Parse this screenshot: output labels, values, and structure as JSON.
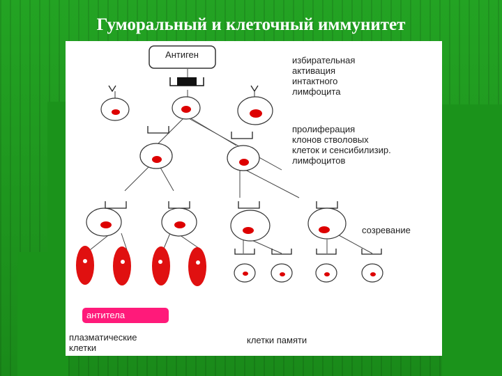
{
  "slide": {
    "title": "Гуморальный и клеточный иммунитет"
  },
  "diagram": {
    "antigen_label": "Антиген",
    "activation_text": [
      "избирательная",
      "активация",
      "интактного",
      "лимфоцита"
    ],
    "proliferation_text": [
      "пролиферация",
      "клонов стволовых",
      "клеток и сенсибилизир.",
      "лимфоцитов"
    ],
    "maturation_label": "созревание",
    "antibodies_label": "антитела",
    "plasma_cells_label": [
      "плазматические",
      "клетки"
    ],
    "memory_cells_label": "клетки памяти"
  },
  "colors": {
    "background_green": "#1f8f1f",
    "nucleus_red": "#dd0000",
    "plasma_cell_red": "#e01010",
    "antibody_badge": "#ff1a7a"
  }
}
